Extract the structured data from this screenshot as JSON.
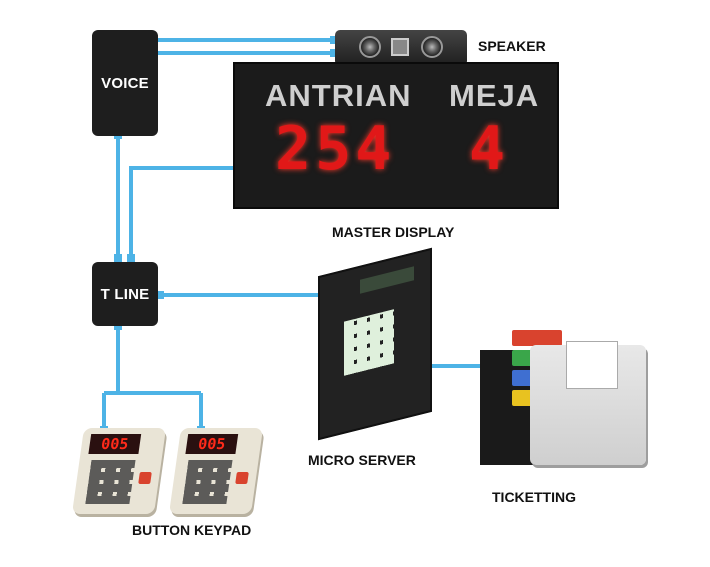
{
  "nodes": {
    "voice": "VOICE",
    "t_line": "T LINE"
  },
  "labels": {
    "speaker": "SPEAKER",
    "master_display": "MASTER DISPLAY",
    "micro_server": "MICRO SERVER",
    "ticketting": "TICKETTING",
    "button_keypad": "BUTTON KEYPAD"
  },
  "master_display": {
    "header_left": "ANTRIAN",
    "header_right": "MEJA",
    "queue_number": "254",
    "counter_number": "4"
  },
  "keypads": [
    {
      "readout": "005"
    },
    {
      "readout": "005"
    }
  ],
  "colors": {
    "wire": "#4db3e6",
    "node_bg": "#1e1e1e",
    "led_red": "#e11818"
  }
}
